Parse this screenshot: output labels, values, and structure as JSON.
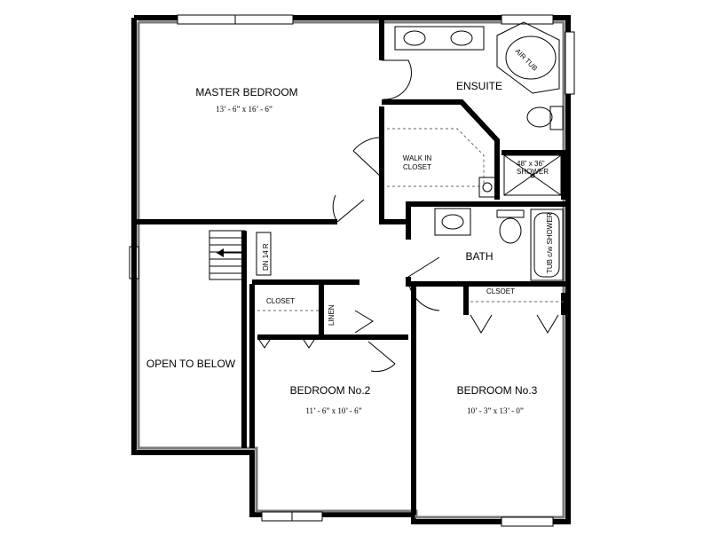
{
  "rooms": {
    "master_bedroom": {
      "name": "MASTER BEDROOM",
      "dims": "13’ - 6” x 16’ - 6”"
    },
    "ensuite": {
      "name": "ENSUITE"
    },
    "air_tub": {
      "name": "AIR TUB"
    },
    "shower": {
      "line1": "48” x 36”",
      "line2": "SHOWER"
    },
    "walk_in_closet": {
      "line1": "WALK IN",
      "line2": "CLOSET"
    },
    "bath": {
      "name": "BATH"
    },
    "tub_shower": {
      "name": "TUB c/w SHOWER"
    },
    "stairs": {
      "name": "DN 14 R"
    },
    "open_to_below": {
      "name": "OPEN TO BELOW"
    },
    "closet_bed2": {
      "name": "CLOSET"
    },
    "linen": {
      "name": "LINEN"
    },
    "closet_bed3": {
      "name": "CLSOET"
    },
    "bedroom2": {
      "name": "BEDROOM No.2",
      "dims": "11’ - 6” x 10’ - 6”"
    },
    "bedroom3": {
      "name": "BEDROOM No.3",
      "dims": "10’ - 3” x 13’ - 0”"
    }
  }
}
